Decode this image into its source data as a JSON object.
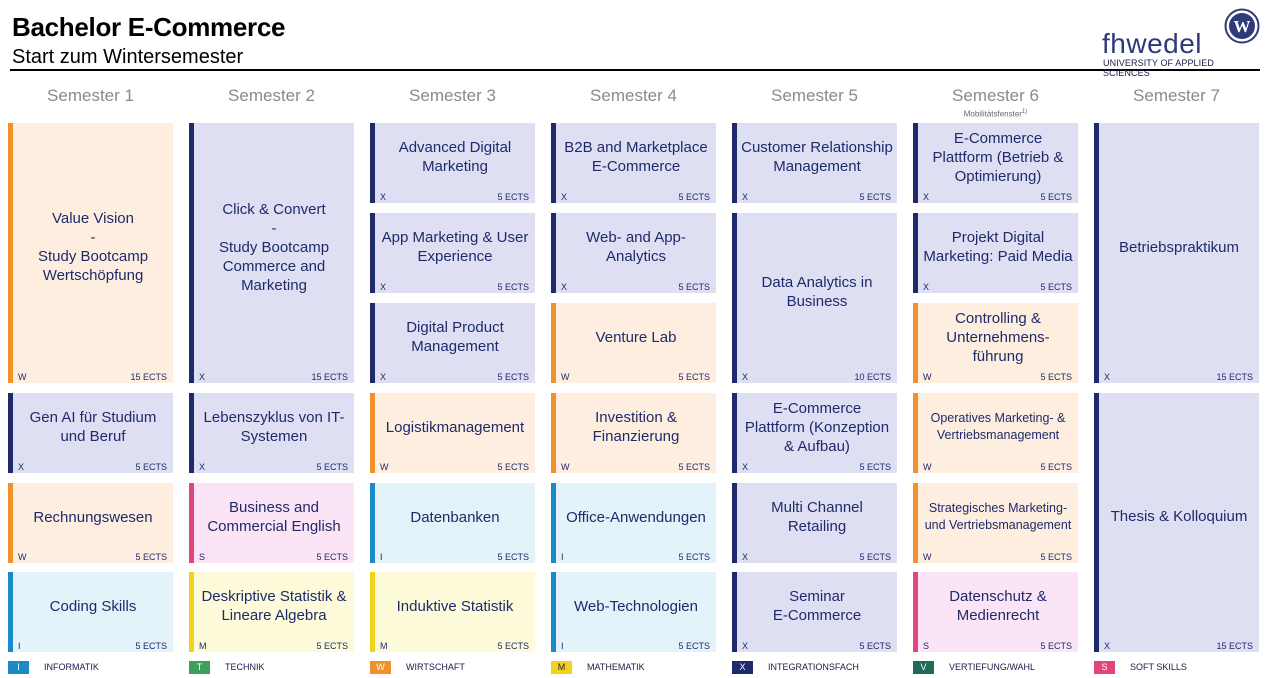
{
  "header": {
    "title": "Bachelor E-Commerce",
    "subtitle": "Start zum Wintersemester",
    "logo_text": "fhwedel",
    "logo_sub": "UNIVERSITY OF APPLIED SCIENCES",
    "logo_mark": "W"
  },
  "semesters": [
    {
      "label": "Semester 1",
      "note": ""
    },
    {
      "label": "Semester 2",
      "note": ""
    },
    {
      "label": "Semester 3",
      "note": ""
    },
    {
      "label": "Semester 4",
      "note": ""
    },
    {
      "label": "Semester 5",
      "note": ""
    },
    {
      "label": "Semester 6",
      "note": "Mobilitätsfenster",
      "note_sup": "1)"
    },
    {
      "label": "Semester 7",
      "note": ""
    }
  ],
  "modules": [
    {
      "sem": 0,
      "row": 0,
      "span": 3,
      "name": "Value Vision\n-\nStudy Bootcamp Wertschöpfung",
      "cat": "W",
      "ects": "15 ECTS"
    },
    {
      "sem": 0,
      "row": 3,
      "span": 1,
      "name": "Gen AI für Studium und Beruf",
      "cat": "X",
      "ects": "5 ECTS"
    },
    {
      "sem": 0,
      "row": 4,
      "span": 1,
      "name": "Rechnungswesen",
      "cat": "W",
      "ects": "5 ECTS"
    },
    {
      "sem": 0,
      "row": 5,
      "span": 1,
      "name": "Coding Skills",
      "cat": "I",
      "ects": "5 ECTS"
    },
    {
      "sem": 1,
      "row": 0,
      "span": 3,
      "name": "Click & Convert\n-\nStudy Bootcamp Commerce and Marketing",
      "cat": "X",
      "ects": "15 ECTS"
    },
    {
      "sem": 1,
      "row": 3,
      "span": 1,
      "name": "Lebenszyklus von IT-Systemen",
      "cat": "X",
      "ects": "5 ECTS"
    },
    {
      "sem": 1,
      "row": 4,
      "span": 1,
      "name": "Business and Commercial English",
      "cat": "S",
      "ects": "5 ECTS"
    },
    {
      "sem": 1,
      "row": 5,
      "span": 1,
      "name": "Deskriptive Statistik & Lineare Algebra",
      "cat": "M",
      "ects": "5 ECTS"
    },
    {
      "sem": 2,
      "row": 0,
      "span": 1,
      "name": "Advanced Digital Marketing",
      "cat": "X",
      "ects": "5 ECTS"
    },
    {
      "sem": 2,
      "row": 1,
      "span": 1,
      "name": "App Marketing & User Experience",
      "cat": "X",
      "ects": "5 ECTS"
    },
    {
      "sem": 2,
      "row": 2,
      "span": 1,
      "name": "Digital Product Management",
      "cat": "X",
      "ects": "5 ECTS"
    },
    {
      "sem": 2,
      "row": 3,
      "span": 1,
      "name": "Logistikmanagement",
      "cat": "W",
      "ects": "5 ECTS"
    },
    {
      "sem": 2,
      "row": 4,
      "span": 1,
      "name": "Datenbanken",
      "cat": "I",
      "ects": "5 ECTS"
    },
    {
      "sem": 2,
      "row": 5,
      "span": 1,
      "name": "Induktive Statistik",
      "cat": "M",
      "ects": "5 ECTS"
    },
    {
      "sem": 3,
      "row": 0,
      "span": 1,
      "name": "B2B and Marketplace E-Commerce",
      "cat": "X",
      "ects": "5 ECTS"
    },
    {
      "sem": 3,
      "row": 1,
      "span": 1,
      "name": "Web- and App-Analytics",
      "cat": "X",
      "ects": "5 ECTS"
    },
    {
      "sem": 3,
      "row": 2,
      "span": 1,
      "name": "Venture Lab",
      "cat": "W",
      "ects": "5 ECTS"
    },
    {
      "sem": 3,
      "row": 3,
      "span": 1,
      "name": "Investition & Finanzierung",
      "cat": "W",
      "ects": "5 ECTS"
    },
    {
      "sem": 3,
      "row": 4,
      "span": 1,
      "name": "Office-Anwendungen",
      "cat": "I",
      "ects": "5 ECTS"
    },
    {
      "sem": 3,
      "row": 5,
      "span": 1,
      "name": "Web-Technologien",
      "cat": "I",
      "ects": "5 ECTS"
    },
    {
      "sem": 4,
      "row": 0,
      "span": 1,
      "name": "Customer Relationship Management",
      "cat": "X",
      "ects": "5 ECTS"
    },
    {
      "sem": 4,
      "row": 1,
      "span": 2,
      "name": "Data Analytics in Business",
      "cat": "X",
      "ects": "10 ECTS"
    },
    {
      "sem": 4,
      "row": 3,
      "span": 1,
      "name": "E-Commerce Plattform (Konzeption & Aufbau)",
      "cat": "X",
      "ects": "5 ECTS"
    },
    {
      "sem": 4,
      "row": 4,
      "span": 1,
      "name": "Multi Channel Retailing",
      "cat": "X",
      "ects": "5 ECTS"
    },
    {
      "sem": 4,
      "row": 5,
      "span": 1,
      "name": "Seminar\nE-Commerce",
      "cat": "X",
      "ects": "5 ECTS"
    },
    {
      "sem": 5,
      "row": 0,
      "span": 1,
      "name": "E-Commerce Plattform (Betrieb & Optimierung)",
      "cat": "X",
      "ects": "5 ECTS"
    },
    {
      "sem": 5,
      "row": 1,
      "span": 1,
      "name": "Projekt Digital Marketing: Paid Media",
      "cat": "X",
      "ects": "5 ECTS"
    },
    {
      "sem": 5,
      "row": 2,
      "span": 1,
      "name": "Controlling & Unternehmens-führung",
      "cat": "W",
      "ects": "5 ECTS"
    },
    {
      "sem": 5,
      "row": 3,
      "span": 1,
      "name": "Operatives Marketing- & Vertriebsmanagement",
      "cat": "W",
      "ects": "5 ECTS",
      "small": true
    },
    {
      "sem": 5,
      "row": 4,
      "span": 1,
      "name": "Strategisches Marketing- und Vertriebsmanagement",
      "cat": "W",
      "ects": "5 ECTS",
      "small": true
    },
    {
      "sem": 5,
      "row": 5,
      "span": 1,
      "name": "Datenschutz & Medienrecht",
      "cat": "S",
      "ects": "5 ECTS"
    },
    {
      "sem": 6,
      "row": 0,
      "span": 3,
      "name": "Betriebspraktikum",
      "cat": "X",
      "ects": "15 ECTS",
      "top_align": true
    },
    {
      "sem": 6,
      "row": 3,
      "span": 3,
      "name": "Thesis & Kolloquium",
      "cat": "X",
      "ects": "15 ECTS"
    }
  ],
  "legend": [
    {
      "code": "I",
      "label": "INFORMATIK",
      "color": "#1b8ac8"
    },
    {
      "code": "T",
      "label": "TECHNIK",
      "color": "#3aa05a"
    },
    {
      "code": "W",
      "label": "WIRTSCHAFT",
      "color": "#f0912e"
    },
    {
      "code": "M",
      "label": "MATHEMATIK",
      "color": "#f2d21a",
      "text_color": "#1a1a4a"
    },
    {
      "code": "X",
      "label": "INTEGRATIONSFACH",
      "color": "#1f2a6b"
    },
    {
      "code": "V",
      "label": "VERTIEFUNG/WAHL",
      "color": "#1f6b5a"
    },
    {
      "code": "S",
      "label": "SOFT SKILLS",
      "color": "#e0457b"
    }
  ]
}
